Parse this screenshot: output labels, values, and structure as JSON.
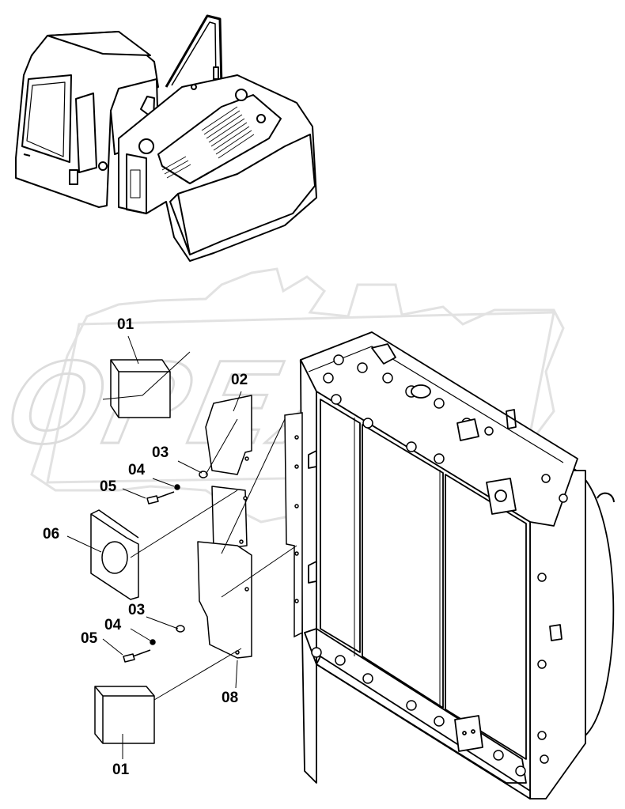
{
  "watermark": {
    "text": "OPEX",
    "color": "#e6e6e6"
  },
  "parts": [
    {
      "id": "p01a",
      "label": "01"
    },
    {
      "id": "p02",
      "label": "02"
    },
    {
      "id": "p03a",
      "label": "03"
    },
    {
      "id": "p04a",
      "label": "04"
    },
    {
      "id": "p05a",
      "label": "05"
    },
    {
      "id": "p06",
      "label": "06"
    },
    {
      "id": "p03b",
      "label": "03"
    },
    {
      "id": "p04b",
      "label": "04"
    },
    {
      "id": "p05b",
      "label": "05"
    },
    {
      "id": "p08",
      "label": "08"
    },
    {
      "id": "p01b",
      "label": "01"
    }
  ],
  "line_color": "#000000"
}
